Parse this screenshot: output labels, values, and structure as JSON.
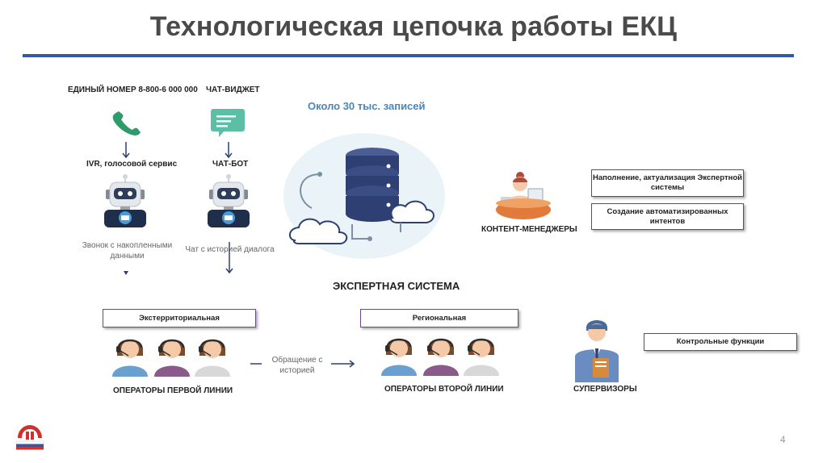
{
  "title": "Технологическая цепочка работы ЕКЦ",
  "channels": {
    "phone_label": "ЕДИНЫЙ НОМЕР 8-800-6 000 000",
    "chat_label": "ЧАТ-ВИДЖЕТ",
    "ivr_label": "IVR, голосовой сервис",
    "chatbot_label": "ЧАТ-БОТ",
    "ivr_note": "Звонок с накопленными данными",
    "chatbot_note": "Чат с историей диалога"
  },
  "expert_system": {
    "records_label": "Около 30 тыс. записей",
    "name": "ЭКСПЕРТНАЯ СИСТЕМА"
  },
  "content": {
    "managers_label": "КОНТЕНТ-МЕНЕДЖЕРЫ",
    "task1": "Наполнение, актуализация Экспертной системы",
    "task2": "Создание автоматизированных интентов"
  },
  "operators": {
    "ext_box": "Экстерриториальная",
    "reg_box": "Региональная",
    "first_line": "ОПЕРАТОРЫ ПЕРВОЙ ЛИНИИ",
    "second_line": "ОПЕРАТОРЫ  ВТОРОЙ ЛИНИИ",
    "transfer_note": "Обращение с историей"
  },
  "supervisors": {
    "label": "СУПЕРВИЗОРЫ",
    "control_box": "Контрольные функции"
  },
  "page_number": "4",
  "colors": {
    "accent_rule": "#2e5aa6",
    "records_blue": "#4a86b8",
    "phone_green": "#2f9a6a",
    "chat_green": "#5bbfa5",
    "db_navy": "#2d3f73"
  }
}
